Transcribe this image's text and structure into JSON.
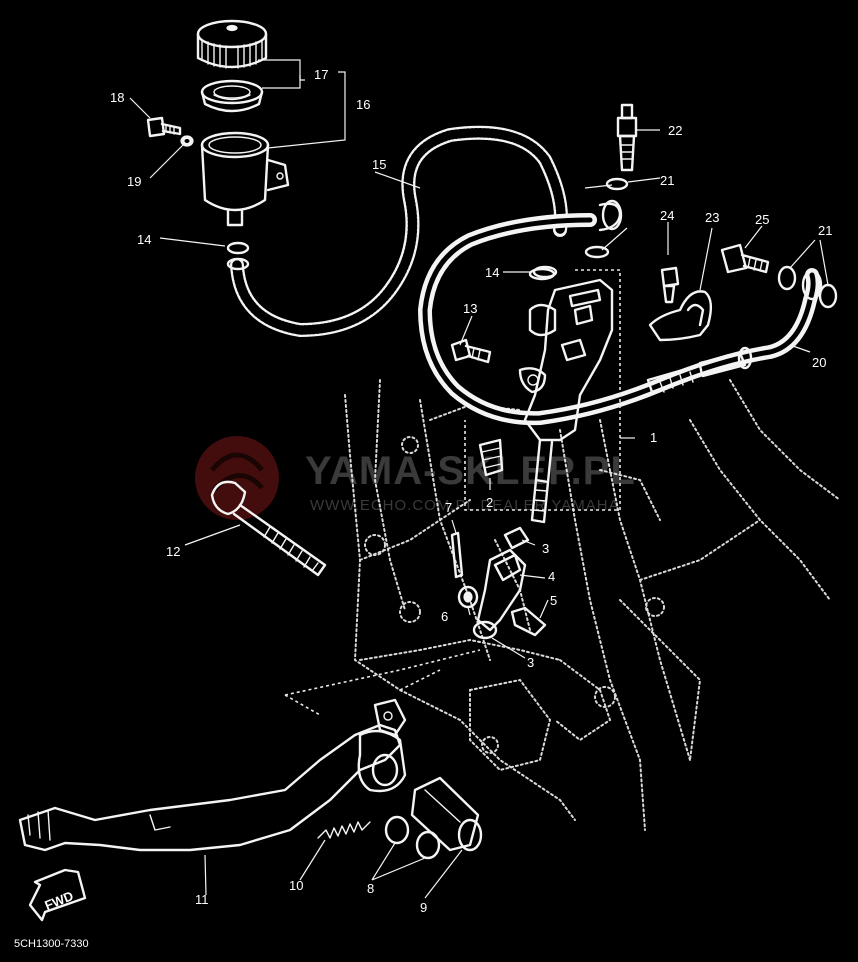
{
  "diagram": {
    "figure_code": "5CH1300-7330",
    "direction_label": "FWD",
    "watermark": {
      "title": "YAMA-SKLEP.PL",
      "subtitle": "WWW.ECHO.COM.PL DEALER YAMAHA",
      "color": "#3a3a3a",
      "logo_color": "#5a1212"
    },
    "background": "#000000",
    "line_color": "#f4f4f4",
    "callouts": [
      "1",
      "2",
      "3",
      "3",
      "4",
      "5",
      "6",
      "7",
      "8",
      "9",
      "10",
      "11",
      "12",
      "13",
      "14",
      "14",
      "15",
      "16",
      "17",
      "18",
      "19",
      "20",
      "21",
      "21",
      "22",
      "23",
      "24",
      "25"
    ]
  }
}
